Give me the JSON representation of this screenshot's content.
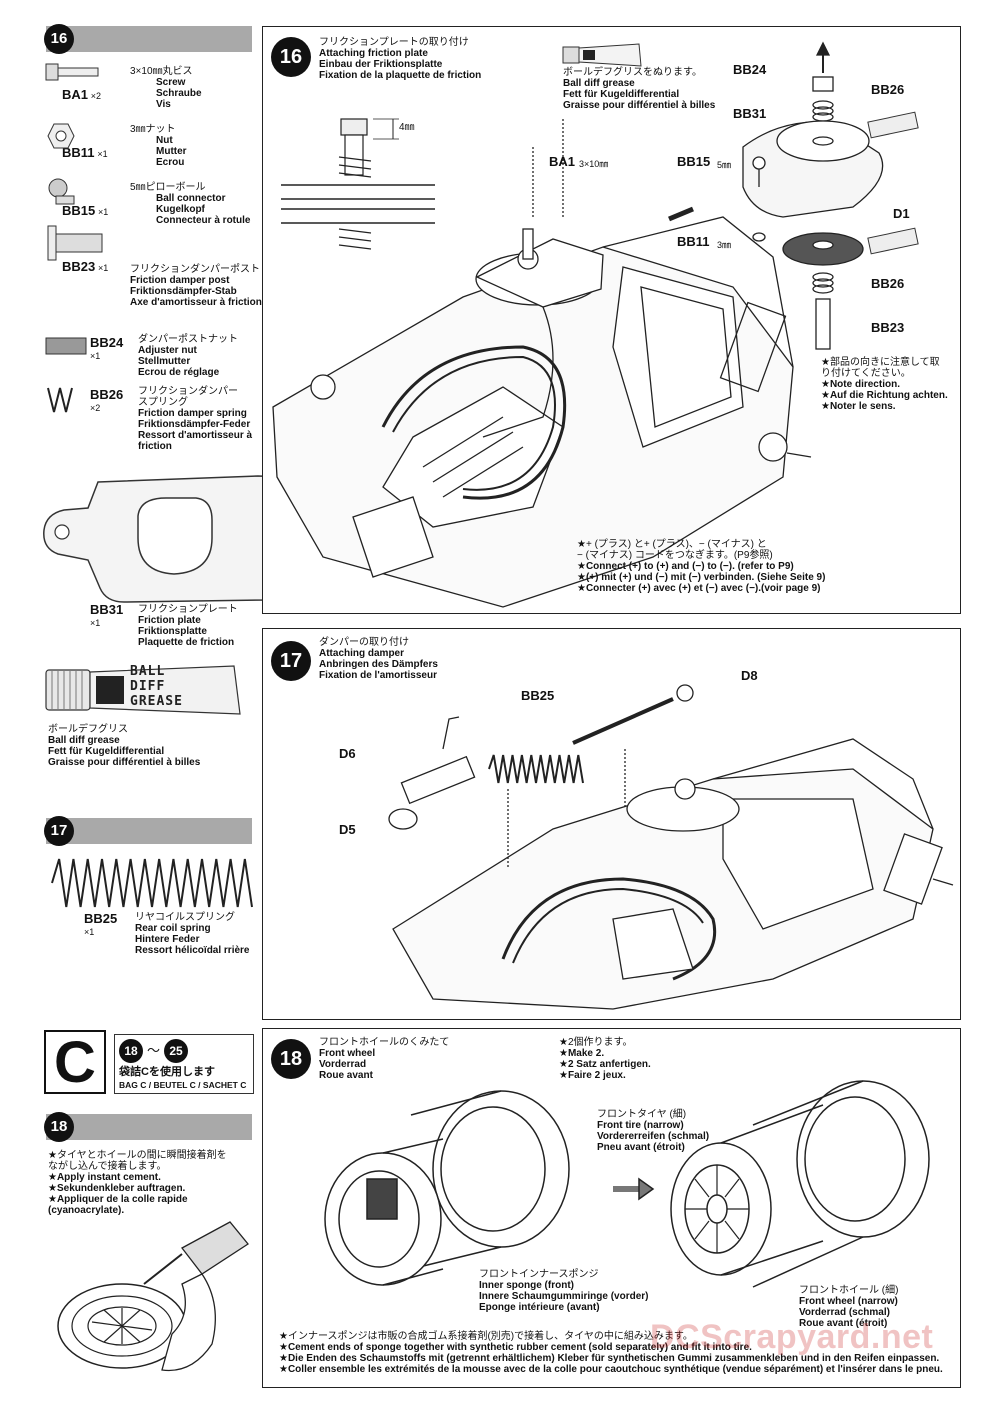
{
  "left": {
    "step16": "16",
    "step17": "17",
    "step18": "18",
    "parts16": [
      {
        "code": "BA1",
        "qty": "×2",
        "lines": [
          "3×10㎜丸ビス",
          "Screw",
          "Schraube",
          "Vis"
        ]
      },
      {
        "code": "BB11",
        "qty": "×1",
        "lines": [
          "3㎜ナット",
          "Nut",
          "Mutter",
          "Ecrou"
        ]
      },
      {
        "code": "BB15",
        "qty": "×1",
        "lines": [
          "5㎜ピローボール",
          "Ball connector",
          "Kugelkopf",
          "Connecteur à rotule"
        ]
      },
      {
        "code": "BB23",
        "qty": "×1",
        "lines": [
          "フリクションダンパーポスト",
          "Friction damper post",
          "Friktionsdämpfer-Stab",
          "Axe d'amortisseur à friction"
        ]
      },
      {
        "code": "BB24",
        "qty": "×1",
        "lines": [
          "ダンパーポストナット",
          "Adjuster nut",
          "Stellmutter",
          "Ecrou de réglage"
        ]
      },
      {
        "code": "BB26",
        "qty": "×2",
        "lines": [
          "フリクションダンパー",
          "スプリング",
          "Friction damper spring",
          "Friktionsdämpfer-Feder",
          "Ressort d'amortisseur à",
          "friction"
        ]
      }
    ],
    "bb31": {
      "code": "BB31",
      "qty": "×1",
      "lines": [
        "フリクションプレート",
        "Friction plate",
        "Friktionsplatte",
        "Plaquette de friction"
      ]
    },
    "grease_tube_text": [
      "BALL",
      "DIFF",
      "GREASE"
    ],
    "grease": [
      "ボールデフグリス",
      "Ball diff grease",
      "Fett für Kugeldifferential",
      "Graisse pour différentiel à billes"
    ],
    "bb25": {
      "code": "BB25",
      "qty": "×1",
      "lines": [
        "リヤコイルスプリング",
        "Rear coil spring",
        "Hintere Feder",
        "Ressort hélicoïdal rrière"
      ]
    },
    "bag": {
      "letter": "C",
      "range_from": "18",
      "range_sep": "～",
      "range_to": "25",
      "use": "袋詰Cを使用します",
      "bags": "BAG C / BEUTEL C / SACHET C"
    },
    "cement": [
      "★タイヤとホイールの間に瞬間接着剤を",
      "ながし込んで接着します。",
      "★Apply instant cement.",
      "★Sekundenkleber auftragen.",
      "★Appliquer de la colle rapide",
      "(cyanoacrylate)."
    ]
  },
  "s16": {
    "num": "16",
    "title": [
      "フリクションプレートの取り付け",
      "Attaching friction plate",
      "Einbau der Friktionsplatte",
      "Fixation de la plaquette de friction"
    ],
    "dim": "4㎜",
    "grease_note": [
      "ボールデフグリスをぬります。",
      "Ball diff grease",
      "Fett für Kugeldifferential",
      "Graisse pour différentiel à billes"
    ],
    "ba1": "BA1",
    "ba1_size": "3×10㎜",
    "labels": {
      "bb24": "BB24",
      "bb26a": "BB26",
      "bb31": "BB31",
      "bb15": "BB15",
      "bb15_size": "5㎜",
      "d1": "D1",
      "bb11": "BB11",
      "bb11_size": "3㎜",
      "bb26b": "BB26",
      "bb23": "BB23"
    },
    "direction_note": [
      "★部品の向きに注意して取",
      "り付けてください。",
      "★Note direction.",
      "★Auf die Richtung achten.",
      "★Noter le sens."
    ],
    "connect_note": [
      "★+ (プラス) と+ (プラス)、− (マイナス) と",
      "− (マイナス) コードをつなぎます。(P9参照)",
      "★Connect (+) to (+) and (−) to (−). (refer to P9)",
      "★(+) mit (+) und (−) mit (−) verbinden. (Siehe Seite 9)",
      "★Connecter (+) avec (+) et (−) avec (−).(voir page 9)"
    ]
  },
  "s17": {
    "num": "17",
    "title": [
      "ダンパーの取り付け",
      "Attaching damper",
      "Anbringen des Dämpfers",
      "Fixation de l'amortisseur"
    ],
    "labels": {
      "d8": "D8",
      "bb25": "BB25",
      "d6": "D6",
      "d5": "D5"
    }
  },
  "s18": {
    "num": "18",
    "title": [
      "フロントホイールのくみたて",
      "Front wheel",
      "Vorderrad",
      "Roue avant"
    ],
    "make2": [
      "★2個作ります。",
      "★Make 2.",
      "★2 Satz anfertigen.",
      "★Faire 2 jeux."
    ],
    "tire": [
      "フロントタイヤ (細)",
      "Front tire  (narrow)",
      "Vordererreifen (schmal)",
      "Pneu avant (étroit)"
    ],
    "sponge": [
      "フロントインナースポンジ",
      "Inner sponge (front)",
      "Innere Schaumgummiringe (vorder)",
      "Eponge intérieure (avant)"
    ],
    "wheel": [
      "フロントホイール (細)",
      "Front wheel (narrow)",
      "Vorderrad (schmal)",
      "Roue avant (étroit)"
    ],
    "cement_note": [
      "★インナースポンジは市販の合成ゴム系接着剤(別売)で接着し、タイヤの中に組み込みます。",
      "★Cement ends of sponge together with synthetic rubber cement (sold separately) and fit it into tire.",
      "★Die Enden des Schaumstoffs mit (getrennt erhältlichem) Kleber für synthetischen Gummi zusammenkleben und in den Reifen einpassen.",
      "★Coller ensemble les extrémités de la mousse avec de la colle pour caoutchouc synthétique (vendue séparément) et l'insérer dans le pneu."
    ]
  },
  "watermark": "DCScrapyard.net"
}
